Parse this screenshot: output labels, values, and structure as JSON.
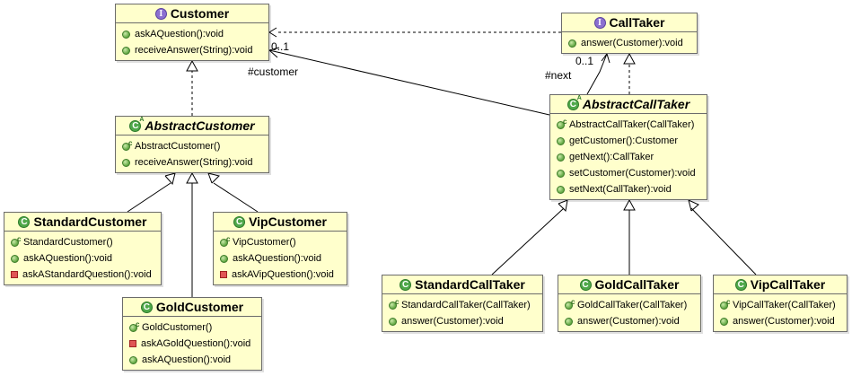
{
  "classes": {
    "customer": {
      "name": "Customer",
      "kind": "interface",
      "members": [
        {
          "text": "askAQuestion():void",
          "vis": "public"
        },
        {
          "text": "receiveAnswer(String):void",
          "vis": "public"
        }
      ]
    },
    "calltaker": {
      "name": "CallTaker",
      "kind": "interface",
      "members": [
        {
          "text": "answer(Customer):void",
          "vis": "public"
        }
      ]
    },
    "abstractcustomer": {
      "name": "AbstractCustomer",
      "kind": "abstract",
      "members": [
        {
          "text": "AbstractCustomer()",
          "vis": "constructor"
        },
        {
          "text": "receiveAnswer(String):void",
          "vis": "public"
        }
      ]
    },
    "abstractcalltaker": {
      "name": "AbstractCallTaker",
      "kind": "abstract",
      "members": [
        {
          "text": "AbstractCallTaker(CallTaker)",
          "vis": "constructor"
        },
        {
          "text": "getCustomer():Customer",
          "vis": "public"
        },
        {
          "text": "getNext():CallTaker",
          "vis": "public"
        },
        {
          "text": "setCustomer(Customer):void",
          "vis": "public"
        },
        {
          "text": "setNext(CallTaker):void",
          "vis": "public"
        }
      ]
    },
    "standardcustomer": {
      "name": "StandardCustomer",
      "kind": "class",
      "members": [
        {
          "text": "StandardCustomer()",
          "vis": "constructor"
        },
        {
          "text": "askAQuestion():void",
          "vis": "public"
        },
        {
          "text": "askAStandardQuestion():void",
          "vis": "private"
        }
      ]
    },
    "vipcustomer": {
      "name": "VipCustomer",
      "kind": "class",
      "members": [
        {
          "text": "VipCustomer()",
          "vis": "constructor"
        },
        {
          "text": "askAQuestion():void",
          "vis": "public"
        },
        {
          "text": "askAVipQuestion():void",
          "vis": "private"
        }
      ]
    },
    "goldcustomer": {
      "name": "GoldCustomer",
      "kind": "class",
      "members": [
        {
          "text": "GoldCustomer()",
          "vis": "constructor"
        },
        {
          "text": "askAGoldQuestion():void",
          "vis": "private"
        },
        {
          "text": "askAQuestion():void",
          "vis": "public"
        }
      ]
    },
    "standardcalltaker": {
      "name": "StandardCallTaker",
      "kind": "class",
      "members": [
        {
          "text": "StandardCallTaker(CallTaker)",
          "vis": "constructor"
        },
        {
          "text": "answer(Customer):void",
          "vis": "public"
        }
      ]
    },
    "goldcalltaker": {
      "name": "GoldCallTaker",
      "kind": "class",
      "members": [
        {
          "text": "GoldCallTaker(CallTaker)",
          "vis": "constructor"
        },
        {
          "text": "answer(Customer):void",
          "vis": "public"
        }
      ]
    },
    "vipcalltaker": {
      "name": "VipCallTaker",
      "kind": "class",
      "members": [
        {
          "text": "VipCallTaker(CallTaker)",
          "vis": "constructor"
        },
        {
          "text": "answer(Customer):void",
          "vis": "public"
        }
      ]
    }
  },
  "labels": {
    "customer_role": "#customer",
    "customer_mult": "0..1",
    "next_role": "#next",
    "next_mult": "0..1"
  },
  "colors": {
    "box_fill": "#ffffcc",
    "box_border": "#6b6b6b",
    "line": "#000000"
  },
  "badges": {
    "interface": "I",
    "class": "C",
    "abstract": "C",
    "abstract_mark": "A",
    "constructor_mark": "c"
  }
}
